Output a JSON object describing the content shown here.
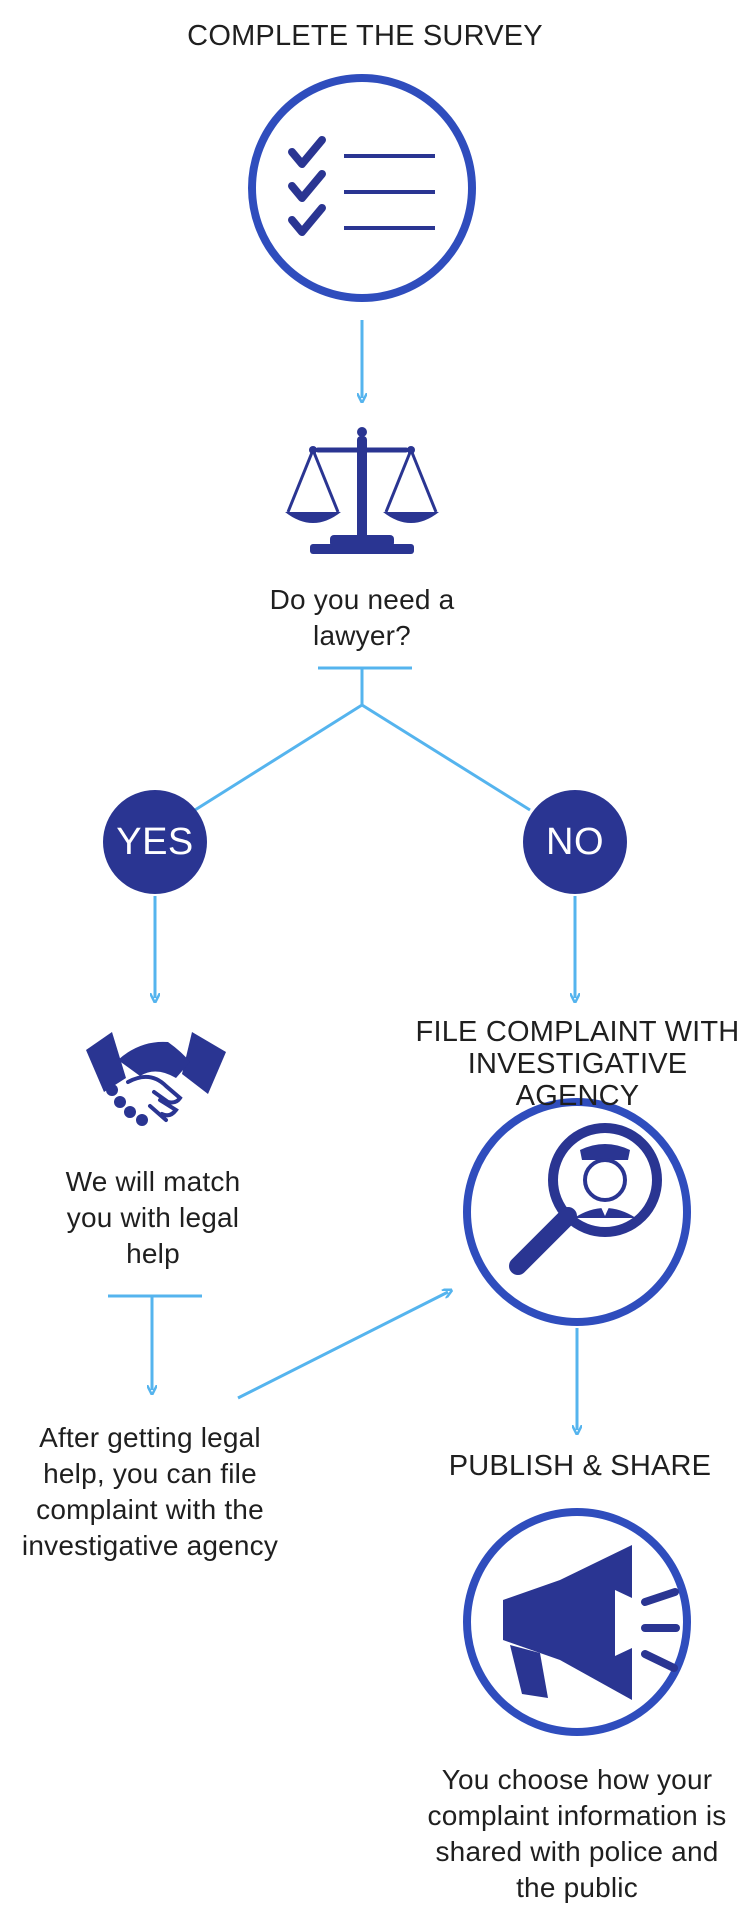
{
  "steps": {
    "survey": {
      "title": "COMPLETE THE SURVEY"
    },
    "lawyer": {
      "question": "Do you need a lawyer?"
    },
    "yes": {
      "label": "YES"
    },
    "no": {
      "label": "NO"
    },
    "match": {
      "text": "We will match you with legal help"
    },
    "after": {
      "text": "After getting legal help, you can file complaint with the investigative agency"
    },
    "file": {
      "title": "FILE COMPLAINT WITH INVESTIGATIVE AGENCY"
    },
    "publish": {
      "title": "PUBLISH & SHARE",
      "text": "You choose how your complaint information is shared with police and the public"
    }
  },
  "icons": {
    "survey": "checklist-icon",
    "lawyer": "scales-of-justice-icon",
    "match": "handshake-icon",
    "file": "magnifier-officer-icon",
    "publish": "megaphone-icon"
  },
  "colors": {
    "primary": "#2a3592",
    "ring": "#2f4dbd",
    "arrow": "#55b4ee",
    "text": "#1f1f1f"
  }
}
